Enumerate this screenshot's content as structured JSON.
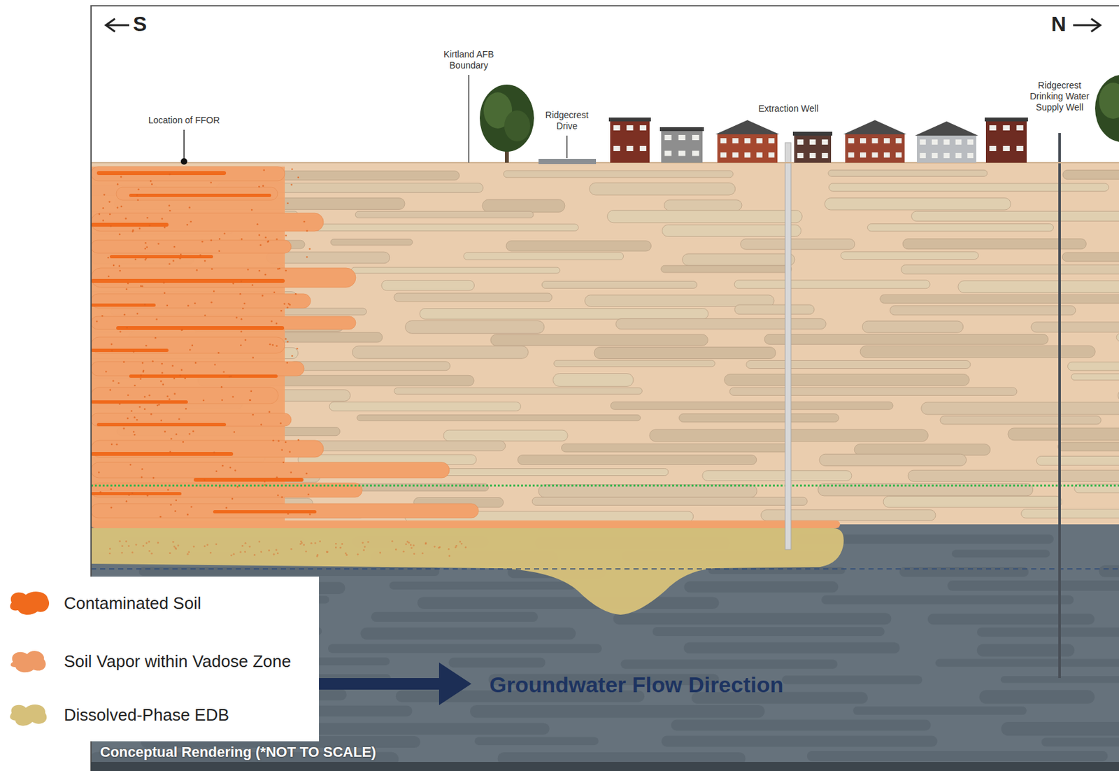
{
  "diagram": {
    "caption": "Conceptual Rendering (*NOT TO SCALE)",
    "labels": [
      "S",
      "N",
      "Location of FFOR",
      "Kirtland AFB Boundary",
      "Ridgecrest Drive",
      "Extraction Well",
      "Ridgecrest Drinking Water Supply Well",
      "Groundwater Flow Direction"
    ],
    "legend": [
      {
        "text": "Contaminated Soil",
        "color": "#f06a1c"
      },
      {
        "text": "Soil Vapor within Vadose Zone",
        "color": "#ee9a66"
      },
      {
        "text": "Dissolved-Phase EDB",
        "color": "#d6c07a"
      }
    ]
  }
}
